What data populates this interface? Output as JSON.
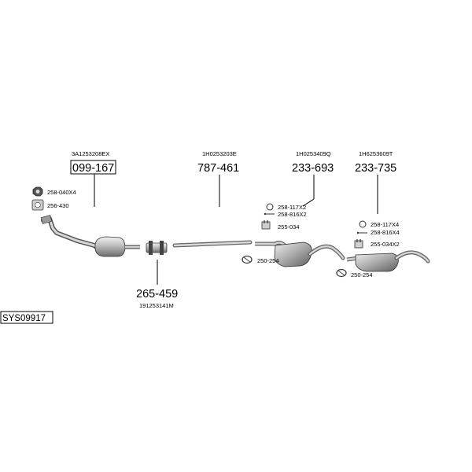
{
  "diagram_id": "SYS09917",
  "groups": [
    {
      "oem": "3A1253208EX",
      "part": "099-167"
    },
    {
      "oem": "1H0253203E",
      "part": "787-461"
    },
    {
      "oem": "1H0253409Q",
      "part": "233-693"
    },
    {
      "oem": "1H6253609T",
      "part": "233-735"
    },
    {
      "oem": "191253141M",
      "part": "265-459"
    }
  ],
  "accessories": {
    "cat_nut": "258-040X4",
    "cat_gasket": "256-430",
    "mid_clamp1": "258-117X2",
    "mid_clamp2": "258-816X2",
    "mid_hanger": "255-034",
    "mid_ring": "250-254",
    "rear_clamp1": "258-117X4",
    "rear_clamp2": "258-816X4",
    "rear_hanger": "255-034X2",
    "rear_ring": "250-254"
  }
}
